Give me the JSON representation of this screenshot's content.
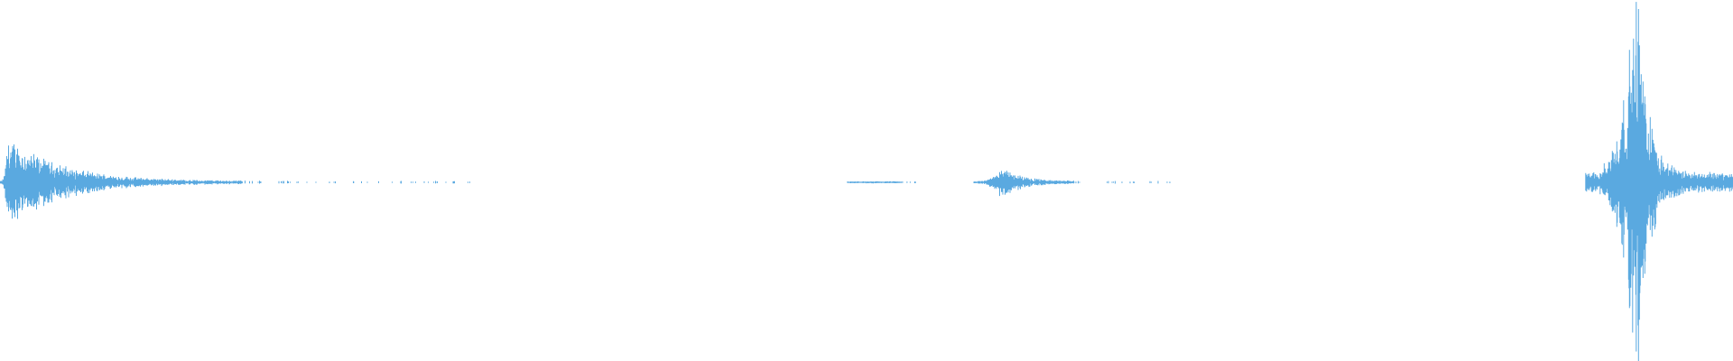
{
  "waveform": {
    "color": "#5aa9e0",
    "background": "#ffffff",
    "duration_fraction_segments": [
      {
        "name": "burst-left",
        "start": 0.0,
        "peak": 0.0045,
        "end": 0.272,
        "peak_amplitude": 0.14,
        "tail_amplitude": 0.004,
        "dotted_after": 0.14
      },
      {
        "name": "flat-mid",
        "start": 0.489,
        "peak": 0.49,
        "end": 0.53,
        "peak_amplitude": 0.003,
        "tail_amplitude": 0.003,
        "dotted_after": 0.52
      },
      {
        "name": "burst-mid",
        "start": 0.562,
        "peak": 0.578,
        "end": 0.676,
        "peak_amplitude": 0.05,
        "tail_amplitude": 0.004,
        "dotted_after": 0.62
      },
      {
        "name": "burst-right",
        "start": 0.915,
        "peak": 0.945,
        "end": 1.0,
        "peak_amplitude": 0.62,
        "tail_amplitude": 0.03,
        "dotted_after": 1.0
      }
    ],
    "centerline_fraction": 0.505
  }
}
